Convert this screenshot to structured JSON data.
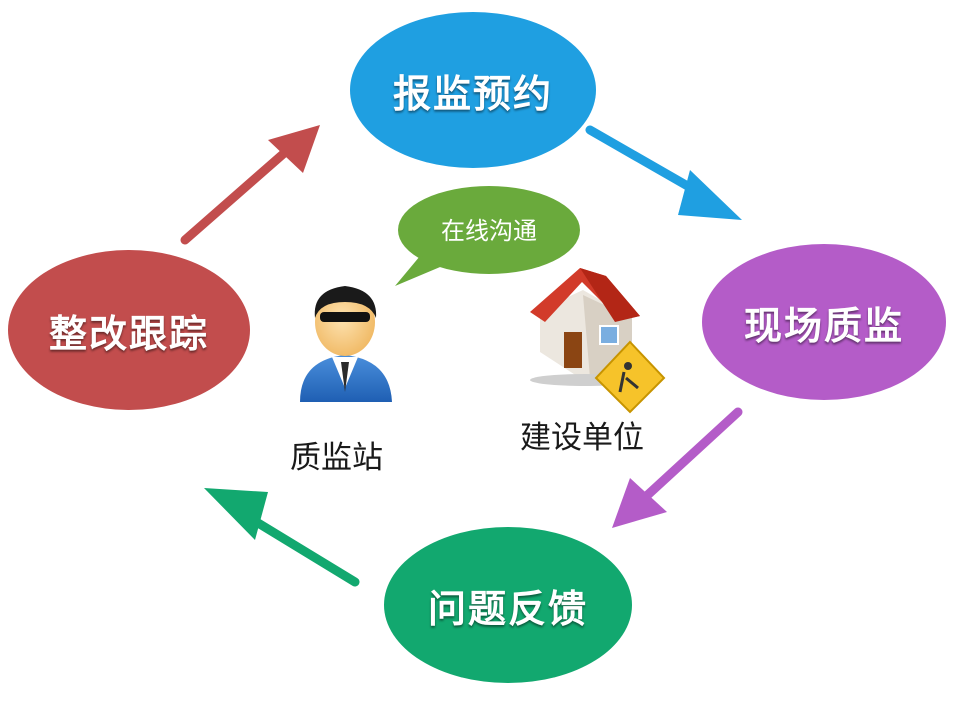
{
  "stages": {
    "top": {
      "label": "报监预约",
      "color": "#1f9fe1"
    },
    "right": {
      "label": "现场质监",
      "color": "#b45cc8"
    },
    "bottom": {
      "label": "问题反馈",
      "color": "#12a86f"
    },
    "left": {
      "label": "整改跟踪",
      "color": "#c24d4d"
    }
  },
  "arrows": {
    "top_to_right": "#1f9fe1",
    "right_to_bottom": "#b45cc8",
    "bottom_to_left": "#12a86f",
    "left_to_top": "#c24d4d"
  },
  "center": {
    "bubble_text": "在线沟通",
    "bubble_color": "#6aaa3c",
    "person_label": "质监站",
    "house_label": "建设单位"
  }
}
